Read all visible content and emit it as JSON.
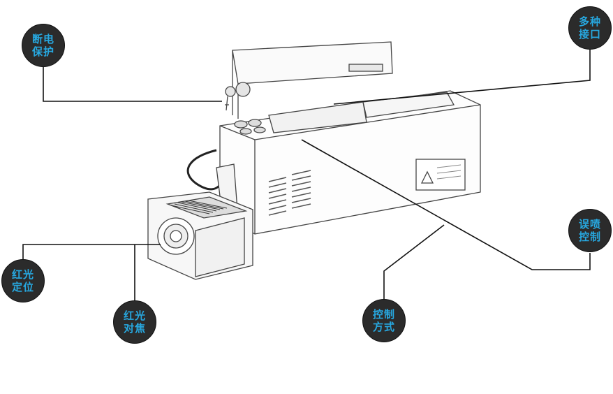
{
  "callouts": {
    "power_protect": {
      "line1": "断电",
      "line2": "保护"
    },
    "multi_interface": {
      "line1": "多种",
      "line2": "接口"
    },
    "anti_misfire": {
      "line1": "误喷",
      "line2": "控制"
    },
    "control_mode": {
      "line1": "控制",
      "line2": "方式"
    },
    "red_positioning": {
      "line1": "红光",
      "line2": "定位"
    },
    "red_focusing": {
      "line1": "红光",
      "line2": "对焦"
    }
  },
  "colors": {
    "badge_fill": "#2b2b2b",
    "label_text": "#27a8e0",
    "line": "#111111"
  }
}
